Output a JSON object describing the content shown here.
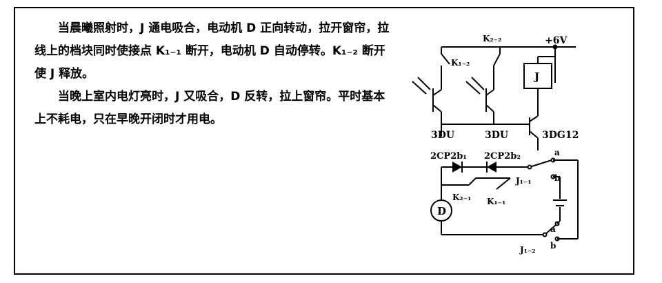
{
  "description": {
    "paragraph1": "当晨曦照射时，J 通电吸合，电动机 D 正向转动，拉开窗帘，拉线上的档块同时使接点 K₁₋₁ 断开，电动机 D 自动停转。K₁₋₂ 断开使 J 释放。",
    "paragraph2": "当晚上室内电灯亮时，J 又吸合，D 反转，拉上窗帘。平时基本上不耗电，只在早晚开闭时才用电。"
  },
  "circuit": {
    "supply_label": "+6V",
    "relay_label": "J",
    "motor_label": "D",
    "transistor_1_label": "3DU",
    "transistor_2_label": "3DU",
    "transistor_3_label": "3DG12",
    "contact_k22_label": "K₂₋₂",
    "contact_k12_label": "K₁₋₂",
    "contact_k21_label": "K₂₋₁",
    "contact_k11_label": "K₁₋₁",
    "diode_1_label": "2CP2b₁",
    "diode_2_label": "2CP2b₂",
    "switch_j11_label": "J₁₋₁",
    "switch_j12_label": "J₁₋₂",
    "terminal_a1_label": "a",
    "terminal_b1_label": "b",
    "terminal_a2_label": "a",
    "terminal_b2_label": "b"
  }
}
